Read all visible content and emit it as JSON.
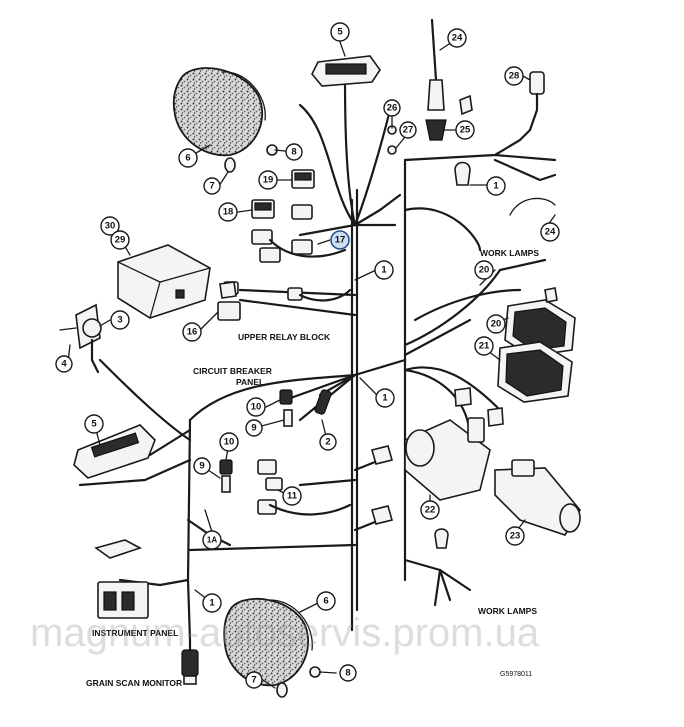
{
  "labels": {
    "work_lamps_upper": "WORK LAMPS",
    "work_lamps_lower": "WORK LAMPS",
    "upper_relay_block": "UPPER RELAY BLOCK",
    "circuit_breaker_line1": "CIRCUIT BREAKER",
    "circuit_breaker_line2": "PANEL",
    "instrument_panel": "INSTRUMENT PANEL",
    "grain_scan_monitor": "GRAIN SCAN MONITOR",
    "figure_code": "G5978011"
  },
  "watermark": "magnum-autoservis.prom.ua",
  "callouts": {
    "c1_a": "1",
    "c1_b": "1",
    "c1_c": "1",
    "c1_d": "1",
    "c1_e": "1",
    "c1a": "1A",
    "c2": "2",
    "c3": "3",
    "c4": "4",
    "c5_top": "5",
    "c5_left": "5",
    "c6_top": "6",
    "c6_bottom": "6",
    "c7_top": "7",
    "c7_bottom": "7",
    "c8_top": "8",
    "c8_bottom": "8",
    "c9_a": "9",
    "c9_b": "9",
    "c10_a": "10",
    "c10_b": "10",
    "c11": "11",
    "c16": "16",
    "c17": "17",
    "c18": "18",
    "c19": "19",
    "c20_a": "20",
    "c20_b": "20",
    "c21": "21",
    "c22": "22",
    "c23": "23",
    "c24_a": "24",
    "c24_b": "24",
    "c25": "25",
    "c26": "26",
    "c27": "27",
    "c28": "28",
    "c29": "29",
    "c30": "30"
  }
}
